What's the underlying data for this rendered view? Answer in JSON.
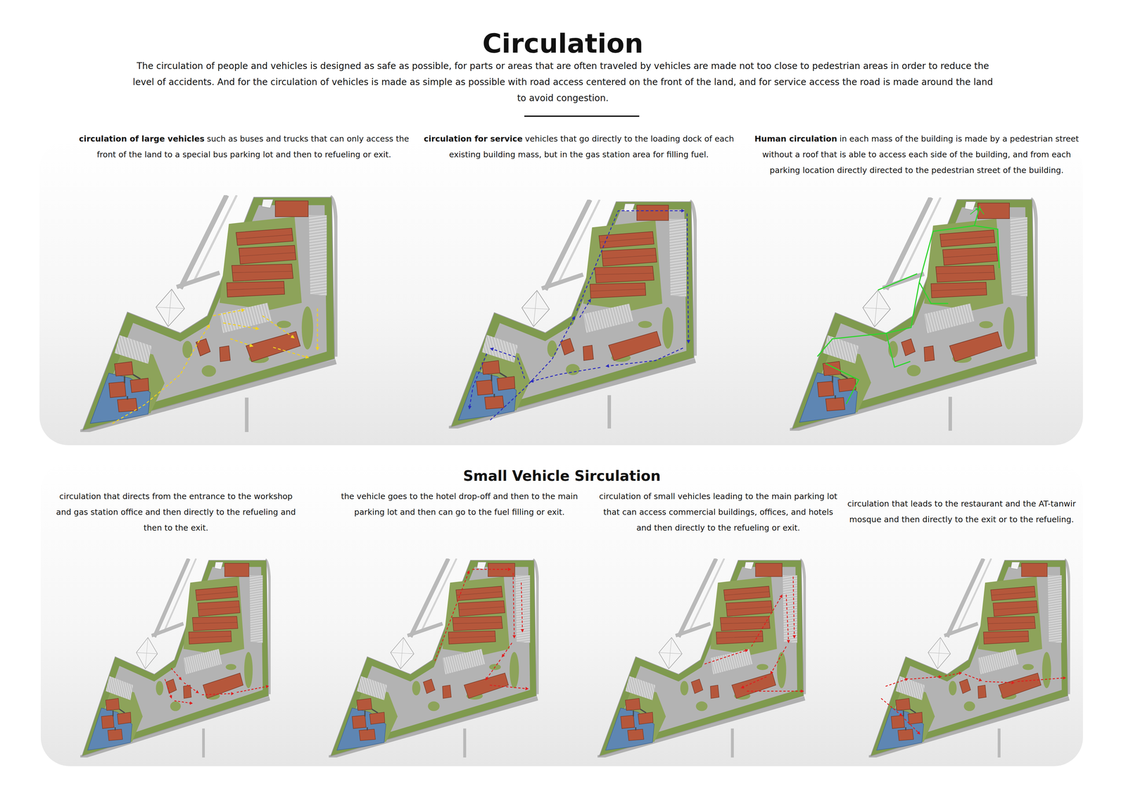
{
  "diagram": {
    "title": "Circulation",
    "caption": "The circulation of people and vehicles is designed as safe as possible, for parts or areas that are often traveled by vehicles are made not too close to pedestrian areas in order to reduce the level of accidents. And for the circulation of vehicles is made as simple as possible with road access centered on the front of the land, and for service access the road is made around the land to avoid congestion.",
    "nodes": [
      {
        "text": [
          "Small Vehicle Sirculation"
        ]
      }
    ],
    "labels": [
      "circulation of large vehicles",
      "such as buses and trucks that can only access the front of the land to a special bus parking lot and then to refueling or exit.",
      "circulation for service",
      "vehicles that go directly to the loading dock of each existing building mass, but in the gas station area for filling fuel.",
      "Human circulation",
      "in each mass of the building is made by a pedestrian street without a roof that is able to access each side of the building, and from each parking location directly directed to the pedestrian street of the building.",
      "circulation that directs from the entrance to the workshop and gas station office and then directly to the refueling and then to the exit.",
      "the vehicle goes to the hotel drop-off and then to the main parking lot and then can go to the fuel filling or exit.",
      "circulation of small vehicles leading to the main parking lot that can access commercial buildings, offices, and hotels and then directly to the refueling or exit.",
      "circulation that leads to the restaurant and the AT-tanwir mosque and then directly to the exit or to the refueling."
    ]
  }
}
